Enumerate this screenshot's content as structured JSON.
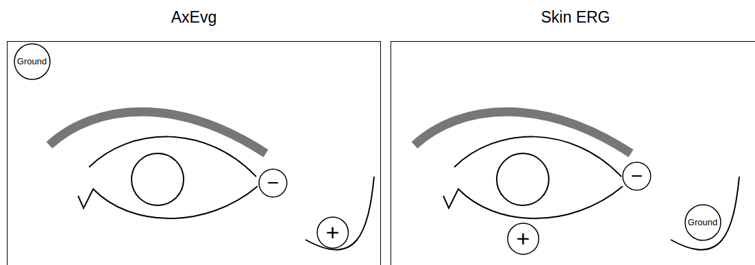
{
  "diagram": {
    "nodes": [
      {
        "text": [
          "AxEvg"
        ]
      },
      {
        "text": [
          "Ground"
        ],
        "in": 0
      },
      {
        "text": [
          "−"
        ],
        "in": 0
      },
      {
        "text": [
          "+"
        ],
        "in": 0
      },
      {
        "text": [
          "Skin ERG"
        ]
      },
      {
        "text": [
          "−"
        ],
        "in": 4
      },
      {
        "text": [
          "Ground"
        ],
        "in": 4
      },
      {
        "text": [
          "+"
        ],
        "in": 4
      }
    ]
  }
}
